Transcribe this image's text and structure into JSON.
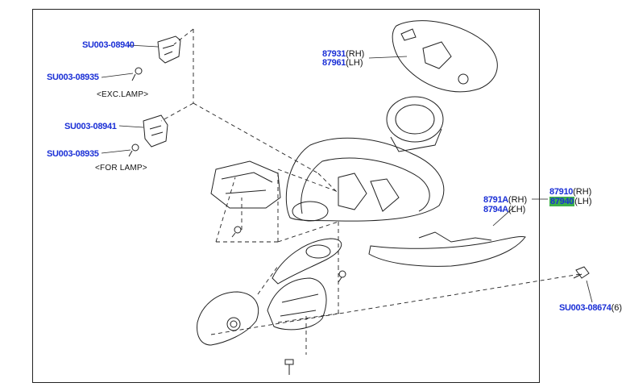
{
  "labels": {
    "su_08940": "SU003-08940",
    "su_08935_a": "SU003-08935",
    "exc_lamp": "<EXC.LAMP>",
    "su_08941": "SU003-08941",
    "su_08935_b": "SU003-08935",
    "for_lamp": "<FOR LAMP>",
    "p87931": "87931",
    "p87931_side": "(RH)",
    "p87961": "87961",
    "p87961_side": "(LH)",
    "p87910": "87910",
    "p87910_side": "(RH)",
    "p87940": "87940",
    "p87940_side": "(LH)",
    "p8791A": "8791A",
    "p8791A_side": "(RH)",
    "p8794A": "8794A",
    "p8794A_side": "(LH)",
    "su_08674": "SU003-08674",
    "su_08674_qty": "(6)"
  },
  "colors": {
    "part_code": "#1a2fd6",
    "highlight": "#3cb04a",
    "line": "#222222"
  }
}
